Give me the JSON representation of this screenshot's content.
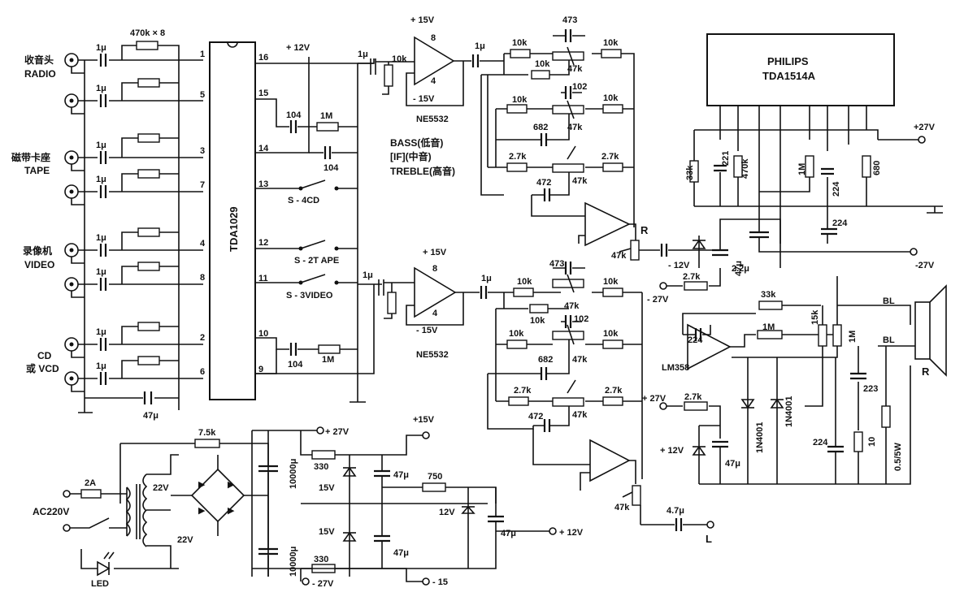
{
  "inputs": [
    {
      "cn": "收音头",
      "en": "RADIO"
    },
    {
      "cn": "磁带卡座",
      "en": "TAPE"
    },
    {
      "cn": "录像机",
      "en": "VIDEO"
    },
    {
      "cn": "CD",
      "en": "或 VCD"
    }
  ],
  "labels": {
    "res_array": "470k × 8",
    "cap_1u": "1μ",
    "cap_47u": "47μ",
    "tda1029": "TDA1029",
    "plus12v": "+ 12V",
    "plus15v": "+ 15V",
    "minus15v": "- 15V",
    "ne5532": "NE5532",
    "c104": "104",
    "r1m": "1M",
    "s4": "S - 4CD",
    "s2": "S - 2T APE",
    "s3": "S - 3VIDEO",
    "r10k": "10k",
    "r47k": "47k",
    "c473": "473",
    "c102": "102",
    "c682": "682",
    "r27k": "2.7k",
    "c472": "472",
    "bass": "BASS(低音)",
    "mid": "[IF](中音)",
    "treble": "TREBLE(高音)",
    "r_ch": "R",
    "l_ch": "L",
    "amp_brand": "PHILIPS",
    "amp_model": "TDA1514A",
    "v_p27": "+ 27V",
    "v_m27": "- 27V",
    "v_p27b": "+27V",
    "v_m27b": "-27V",
    "v_m27c": "- 27V",
    "v_m12": "- 12V",
    "v_p12": "+ 12V",
    "r33k": "33k",
    "c221": "221",
    "r470k": "470k",
    "c224": "224",
    "r680": "680",
    "c22u": "2.2μ",
    "r15k": "15k",
    "lm358": "LM358",
    "d1n4001": "1N4001",
    "c223": "223",
    "r10": "10",
    "r05": "0.5/5W",
    "bl": "BL",
    "pin_labels": [
      "1",
      "2",
      "3",
      "4",
      "5",
      "6",
      "7",
      "8",
      "9",
      "10",
      "11",
      "12",
      "13",
      "14",
      "15",
      "16"
    ],
    "op_pins": [
      "8",
      "4"
    ],
    "c47u_b": "4.7μ",
    "r75k": "7.5k",
    "fuse": "2A",
    "mains": "AC220V",
    "v22": "22V",
    "c10000": "10000μ",
    "r330": "330",
    "r750": "750",
    "v15z": "15V",
    "v12z": "12V",
    "led": "LED",
    "v_p15out": "+15V",
    "v_m15out": "- 15",
    "v_p12out": "+ 12V",
    "v_m27out": "- 27V",
    "v_p27out": "+ 27V"
  }
}
